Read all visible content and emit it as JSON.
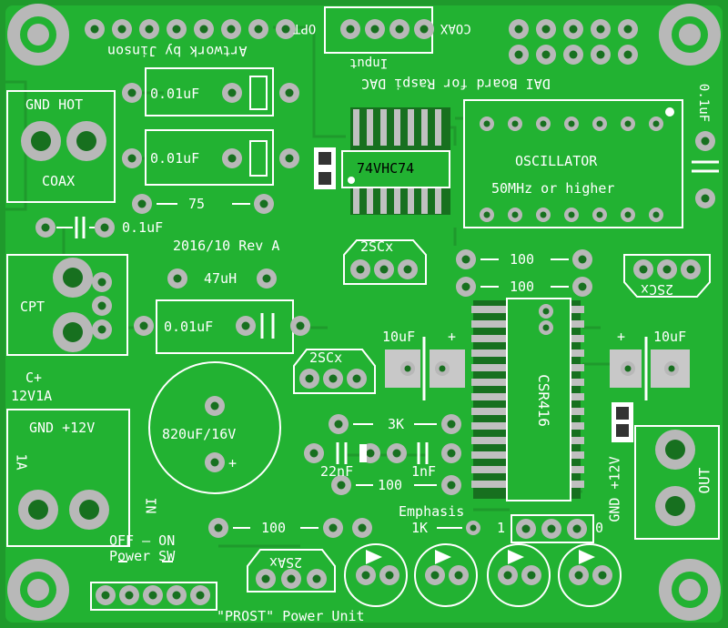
{
  "colors": {
    "board": "#1f9a2c",
    "copper": "#22b232",
    "silkscreen": "#ffffff",
    "pad": "#b8b8b8",
    "hole": "#17701f"
  },
  "labels": {
    "artwork": "Artwork by Jinson",
    "opt": "OPT",
    "coax_top": "COAX",
    "input": "Input",
    "dai": "DAI Board for Raspi DAC",
    "cap_01uf_right": "0.1uF",
    "gnd_hot": "GND HOT",
    "coax_left": "COAX",
    "c1": "0.01uF",
    "c2": "0.01uF",
    "c3": "0.01uF",
    "r75": "75",
    "ic_74": "74VHC74",
    "oscillator": "OSCILLATOR",
    "osc_freq": "50MHz or higher",
    "cap_01uf_left": "0.1uF",
    "rev": "2016/10 Rev A",
    "q1": "2SCx",
    "q2": "2SCx",
    "q3": "2SCx",
    "q4": "2SAx",
    "r100a": "100",
    "r100b": "100",
    "r100c": "100",
    "r100d": "100",
    "cpt": "CPT",
    "ind": "47uH",
    "cap10_left": "10uF",
    "plus_left": "+",
    "cap10_right": "10uF",
    "plus_right": "+",
    "csr": "CSR416",
    "c_plus": "C+",
    "c_spec": "12V1A",
    "gnd_12v": "GND +12V",
    "amp": "1A",
    "ecap": "820uF/16V",
    "ecap_plus": "+",
    "r3k": "3K",
    "c22n": "22nF",
    "c1n": "1nF",
    "in": "IN",
    "emphasis": "Emphasis",
    "r1k": "1K",
    "one": "1",
    "zero": "0",
    "gnd_out": "GND +12V",
    "out": "OUT",
    "off_on": "OFF — ON",
    "power_sw": "Power SW",
    "prost": "\"PROST\" Power Unit"
  }
}
